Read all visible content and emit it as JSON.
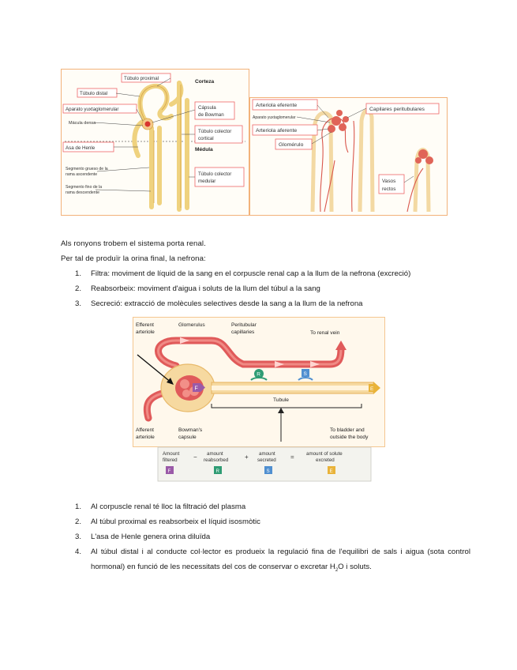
{
  "figure1": {
    "labels": {
      "tubulo_proximal": "Túbulo proximal",
      "corteza": "Corteza",
      "tubulo_distal": "Túbulo distal",
      "aparato_yuxtaglomerular": "Aparato yuxtaglomerular",
      "macula_densa": "Mácula densa",
      "capsula_bowman_1": "Cápsula",
      "capsula_bowman_2": "de Bowman",
      "tubulo_colector_cortical_1": "Túbulo colector",
      "tubulo_colector_cortical_2": "cortical",
      "asa_henle": "Asa de Henle",
      "medula": "Médula",
      "segmento_grueso_1": "Segmento grueso de la",
      "segmento_grueso_2": "rama ascendente",
      "segmento_fino_1": "Segmento fino de la",
      "segmento_fino_2": "rama descendente",
      "tubulo_colector_medular_1": "Túbulo colector",
      "tubulo_colector_medular_2": "medular"
    }
  },
  "figure2": {
    "labels": {
      "arteriola_eferente": "Arteriola eferente",
      "aparato_yuxtaglomerular": "Aparato yuxtaglomerular",
      "arteriola_aferente": "Arteriola aferente",
      "glomerulo": "Glomérulo",
      "capilares_peritubulares": "Capilares peritubulares",
      "vasos_rectos_1": "Vasos",
      "vasos_rectos_2": "rectos"
    }
  },
  "intro": {
    "line1": "Als ronyons trobem el sistema porta renal.",
    "line2": "Per tal de produïr la orina final, la nefrona:"
  },
  "list1": [
    {
      "num": "1.",
      "text": "Filtra: moviment de líquid de la sang en el corpuscle renal cap a la llum de la nefrona (excreció)"
    },
    {
      "num": "2.",
      "text": "Reabsorbeix: moviment d'aigua i soluts de la llum del túbul a la sang"
    },
    {
      "num": "3.",
      "text": "Secreció: extracció de molècules selectives desde la sang a la llum de la nefrona"
    }
  ],
  "figure3": {
    "labels": {
      "efferent_1": "Efferent",
      "efferent_2": "arteriole",
      "glomerulus": "Glomerulus",
      "peritubular_1": "Peritubular",
      "peritubular_2": "capillaries",
      "renal_vein": "To renal vein",
      "tubule": "Tubule",
      "afferent_1": "Afferent",
      "afferent_2": "arteriole",
      "bowman_1": "Bowman's",
      "bowman_2": "capsule",
      "bladder_1": "To bladder and",
      "bladder_2": "outside the body"
    },
    "markers": {
      "F": "F",
      "R": "R",
      "S": "S",
      "E": "E"
    },
    "colors": {
      "F": "#9a5aa8",
      "R": "#2f9c74",
      "S": "#4f8fd0",
      "E": "#e9b33a",
      "vessel": "#e05a5a",
      "tubule": "#f6d9a0"
    },
    "equation": {
      "term1_1": "Amount",
      "term1_2": "filtered",
      "minus": "−",
      "term2_1": "amount",
      "term2_2": "reabsorbed",
      "plus": "+",
      "term3_1": "amount",
      "term3_2": "secreted",
      "equals": "=",
      "term4_1": "amount of solute",
      "term4_2": "excreted"
    }
  },
  "list2": [
    {
      "num": "1.",
      "text": "Al corpuscle renal té lloc la filtració del plasma"
    },
    {
      "num": "2.",
      "text": "Al túbul proximal es reabsorbeix el líquid isosmòtic"
    },
    {
      "num": "3.",
      "text": "L'asa de Henle genera orina diluïda"
    }
  ],
  "list2_item4": {
    "num": "4.",
    "text_a": "Al túbul distal i al conducte col·lector es produeix la regulació fina de l'equilibri de sals i aigua (sota control hormonal) en funció de les necessitats del cos de conservar o excretar H",
    "sub": "2",
    "text_b": "O i soluts."
  }
}
